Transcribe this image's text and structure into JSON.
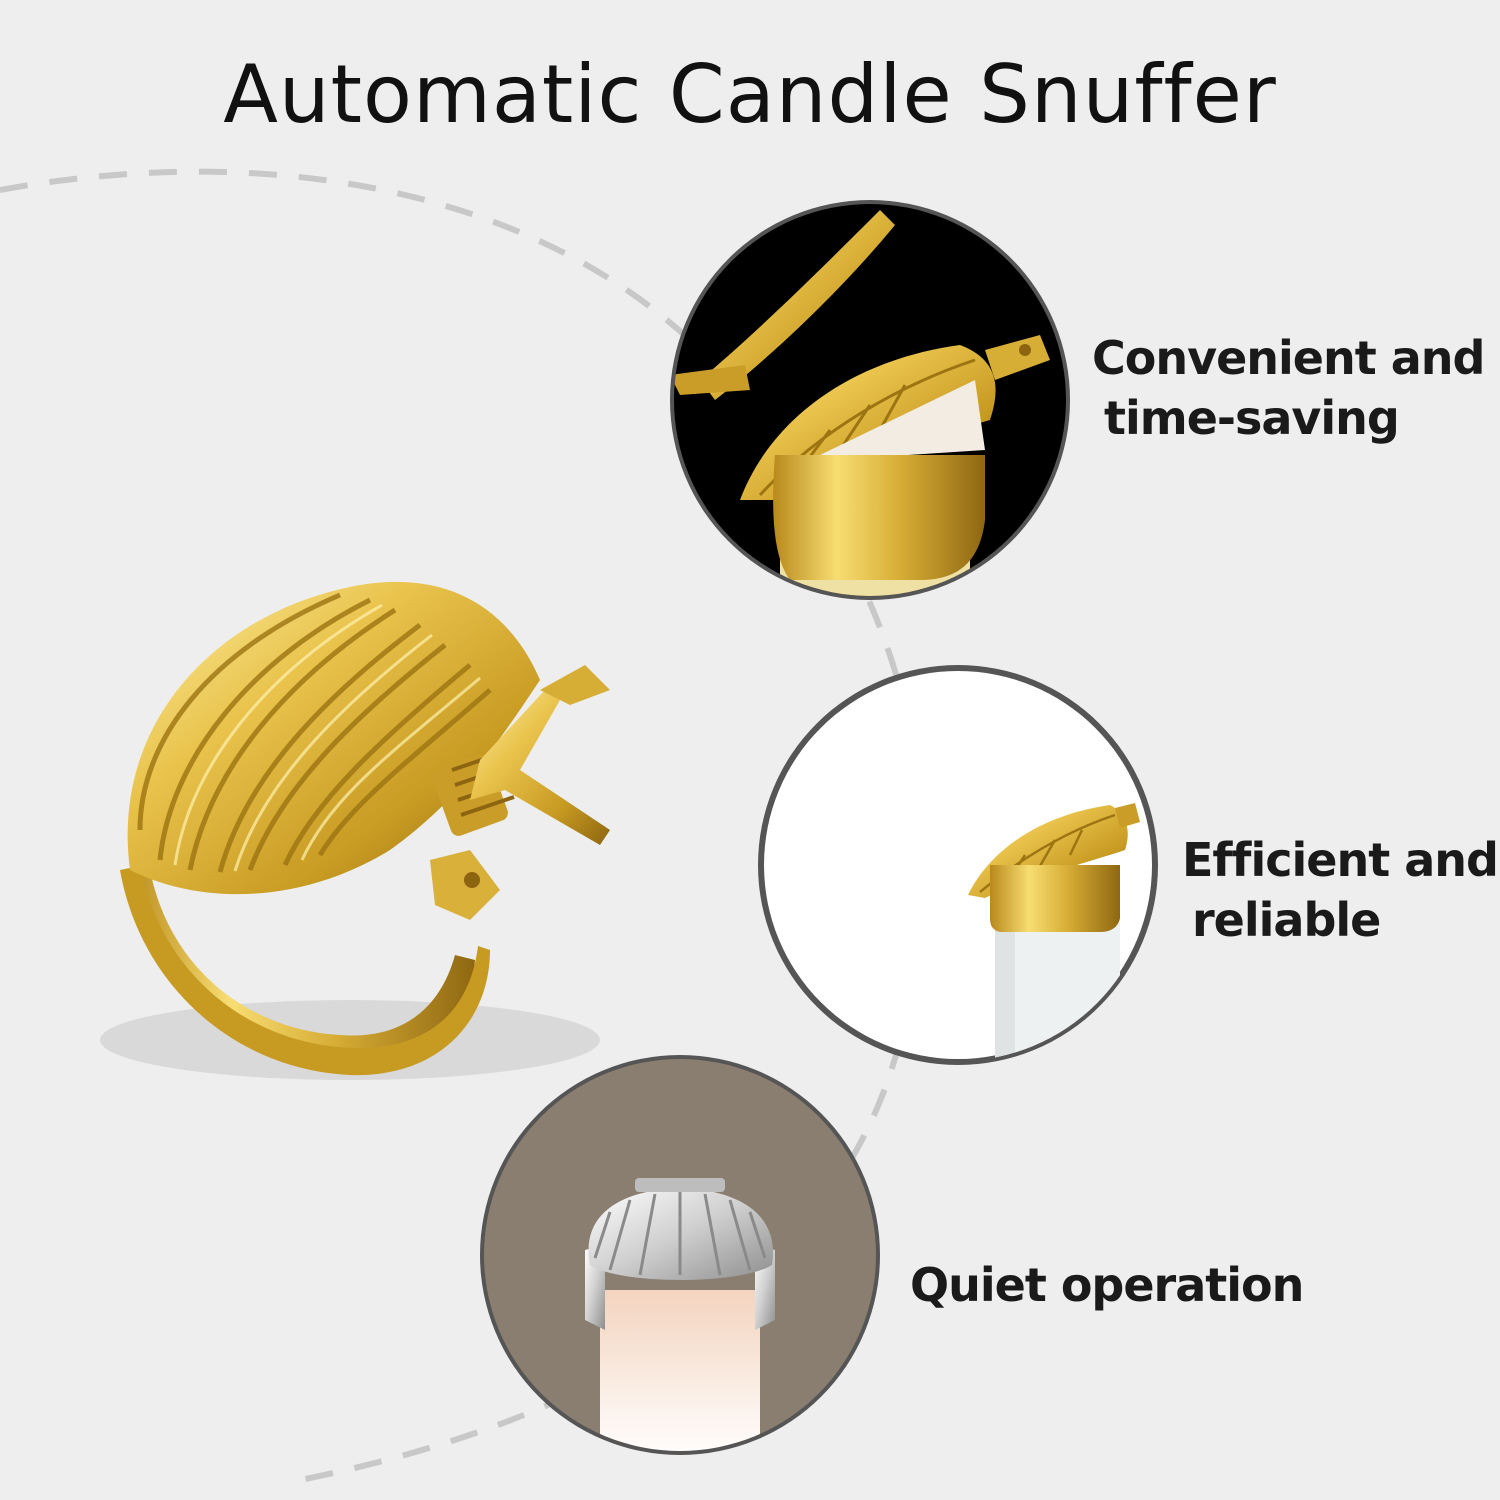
{
  "title": "Automatic Candle Snuffer",
  "features": [
    {
      "line1": "Convenient and",
      "line2": "time-saving"
    },
    {
      "line1": "Efficient and",
      "line2": "reliable"
    },
    {
      "line1": "Quiet operation",
      "line2": ""
    }
  ],
  "colors": {
    "background": "#eeeeee",
    "gold": "#d9b13a",
    "gold_light": "#f6dc6e",
    "gold_dark": "#9c7412",
    "circle_border": "#555555",
    "circle1_bg": "#000000",
    "circle2_bg": "#ffffff",
    "circle3_bg": "#8a7e71",
    "silver": "#cfcfcf",
    "dash": "#c8c8c8"
  }
}
